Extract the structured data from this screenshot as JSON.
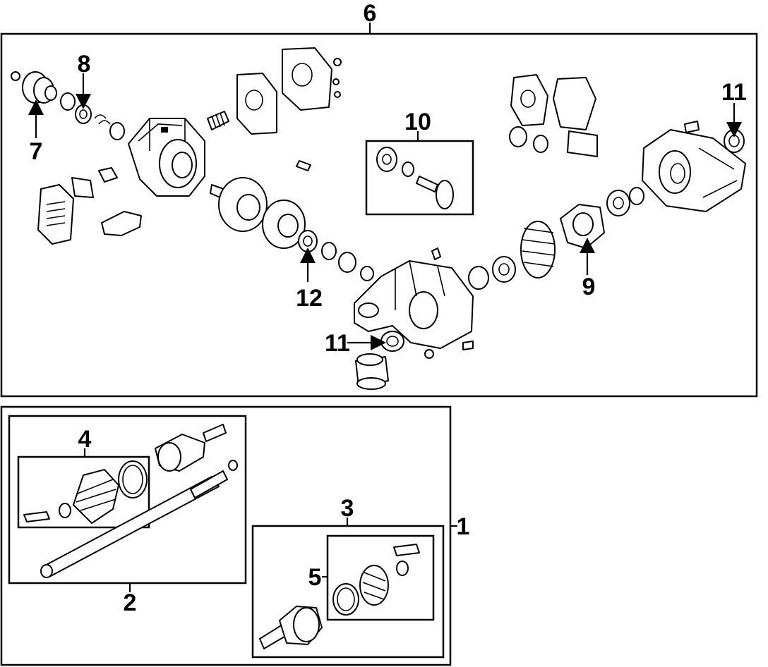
{
  "callouts": {
    "c1": "1",
    "c2": "2",
    "c3": "3",
    "c4": "4",
    "c5": "5",
    "c6": "6",
    "c7": "7",
    "c8": "8",
    "c9": "9",
    "c10": "10",
    "c11_top": "11",
    "c11_bottom": "11",
    "c12": "12"
  },
  "colors": {
    "line": "#000000",
    "background": "#ffffff"
  }
}
